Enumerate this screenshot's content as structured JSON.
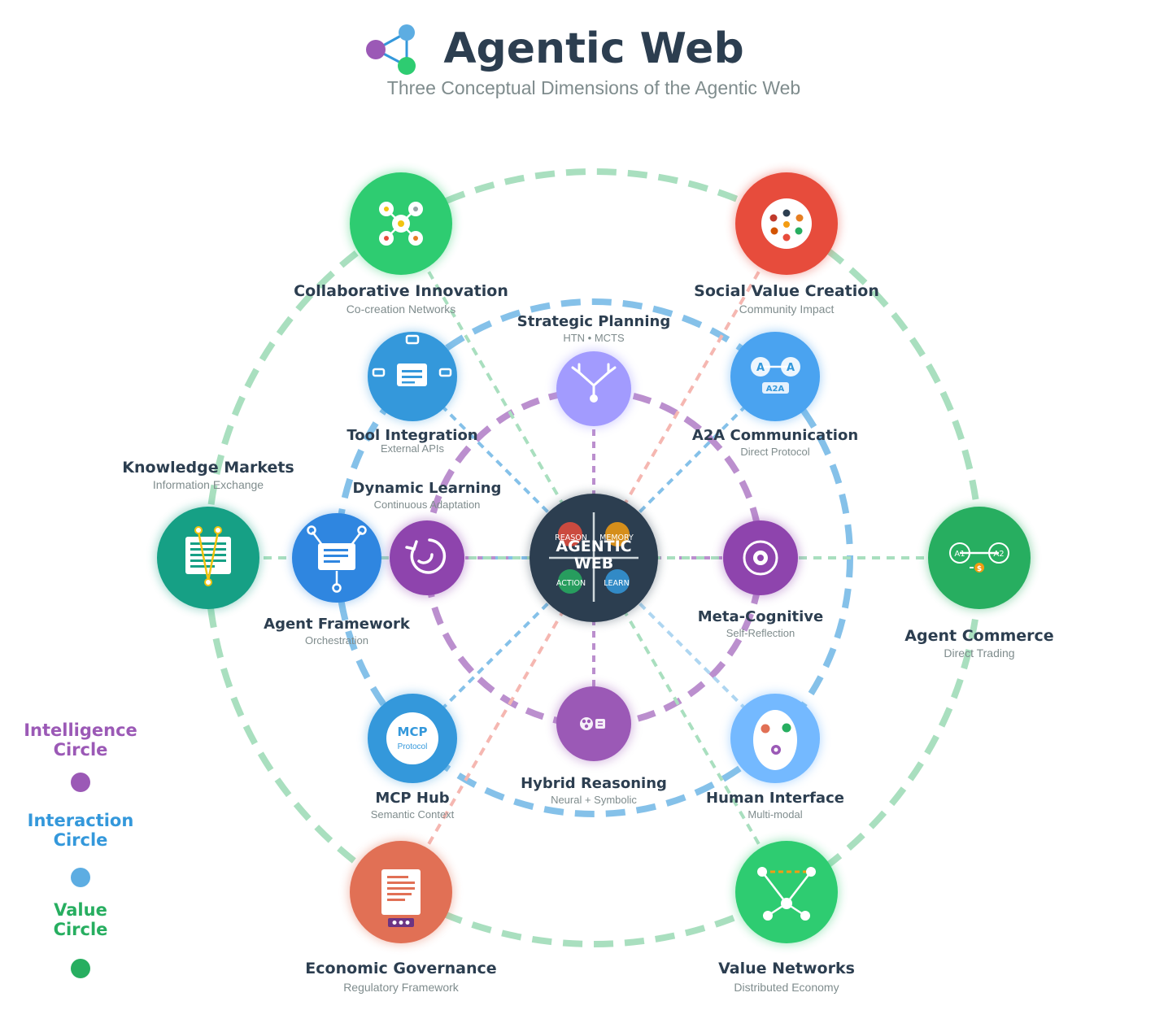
{
  "header": {
    "title": "Agentic Web",
    "subtitle": "Three Conceptual Dimensions of the Agentic Web"
  },
  "colors": {
    "intelligence": "#9b59b6",
    "interaction": "#3498db",
    "value": "#27ae60",
    "title": "#2c3e50",
    "subtitle": "#7f8c8d",
    "core": "#2c3e50"
  },
  "core": {
    "title_line1": "AGENTIC",
    "title_line2": "WEB",
    "quadrants": [
      "REASON",
      "MEMORY",
      "ACTION",
      "LEARN"
    ]
  },
  "legend": [
    {
      "line1": "Intelligence",
      "line2": "Circle",
      "color": "#9b59b6"
    },
    {
      "line1": "Interaction",
      "line2": "Circle",
      "color": "#3498db"
    },
    {
      "line1": "Value",
      "line2": "Circle",
      "color": "#27ae60"
    }
  ],
  "nodes": [
    {
      "id": "strategic-planning",
      "title": "Strategic Planning",
      "subtitle": "HTN  •  MCTS",
      "circle": "intelligence",
      "icon": "tree-icon",
      "color": "#a29bfe"
    },
    {
      "id": "meta-cognitive",
      "title": "Meta-Cognitive",
      "subtitle": "Self-Reflection",
      "circle": "intelligence",
      "icon": "target-icon",
      "color": "#8e44ad"
    },
    {
      "id": "hybrid-reasoning",
      "title": "Hybrid Reasoning",
      "subtitle": "Neural + Symbolic",
      "circle": "intelligence",
      "icon": "neural-icon",
      "color": "#9b59b6"
    },
    {
      "id": "dynamic-learning",
      "title": "Dynamic Learning",
      "subtitle": "Continuous Adaptation",
      "circle": "intelligence",
      "icon": "cycle-icon",
      "color": "#8e44ad"
    },
    {
      "id": "tool-integration",
      "title": "Tool Integration",
      "subtitle": "External APIs",
      "circle": "interaction",
      "icon": "tool-icon",
      "color": "#3498db"
    },
    {
      "id": "a2a-communication",
      "title": "A2A Communication",
      "subtitle": "Direct Protocol",
      "circle": "interaction",
      "icon": "a2a-icon",
      "color": "#4aa3f0",
      "badge": "A2A",
      "agents": [
        "A",
        "A"
      ]
    },
    {
      "id": "agent-framework",
      "title": "Agent Framework",
      "subtitle": "Orchestration",
      "circle": "interaction",
      "icon": "framework-icon",
      "color": "#2f86e0"
    },
    {
      "id": "mcp-hub",
      "title": "MCP Hub",
      "subtitle": "Semantic Context",
      "circle": "interaction",
      "icon": "mcp-icon",
      "color": "#3498db",
      "badge": "MCP",
      "badge_sub": "Protocol"
    },
    {
      "id": "human-interface",
      "title": "Human Interface",
      "subtitle": "Multi-modal",
      "circle": "interaction",
      "icon": "face-icon",
      "color": "#74b9ff"
    },
    {
      "id": "collaborative-innovation",
      "title": "Collaborative Innovation",
      "subtitle": "Co-creation Networks",
      "circle": "value",
      "icon": "collab-icon",
      "color": "#2ecc71"
    },
    {
      "id": "social-value-creation",
      "title": "Social Value Creation",
      "subtitle": "Community Impact",
      "circle": "value",
      "icon": "community-icon",
      "color": "#e74c3c"
    },
    {
      "id": "knowledge-markets",
      "title": "Knowledge Markets",
      "subtitle": "Information Exchange",
      "circle": "value",
      "icon": "document-icon",
      "color": "#16a085"
    },
    {
      "id": "agent-commerce",
      "title": "Agent Commerce",
      "subtitle": "Direct Trading",
      "circle": "value",
      "icon": "trade-icon",
      "color": "#27ae60",
      "agents": [
        "A1",
        "A2"
      ],
      "badge": "$"
    },
    {
      "id": "economic-governance",
      "title": "Economic Governance",
      "subtitle": "Regulatory Framework",
      "circle": "value",
      "icon": "governance-icon",
      "color": "#e17055"
    },
    {
      "id": "value-networks",
      "title": "Value Networks",
      "subtitle": "Distributed Economy",
      "circle": "value",
      "icon": "network-icon",
      "color": "#2ecc71"
    }
  ]
}
